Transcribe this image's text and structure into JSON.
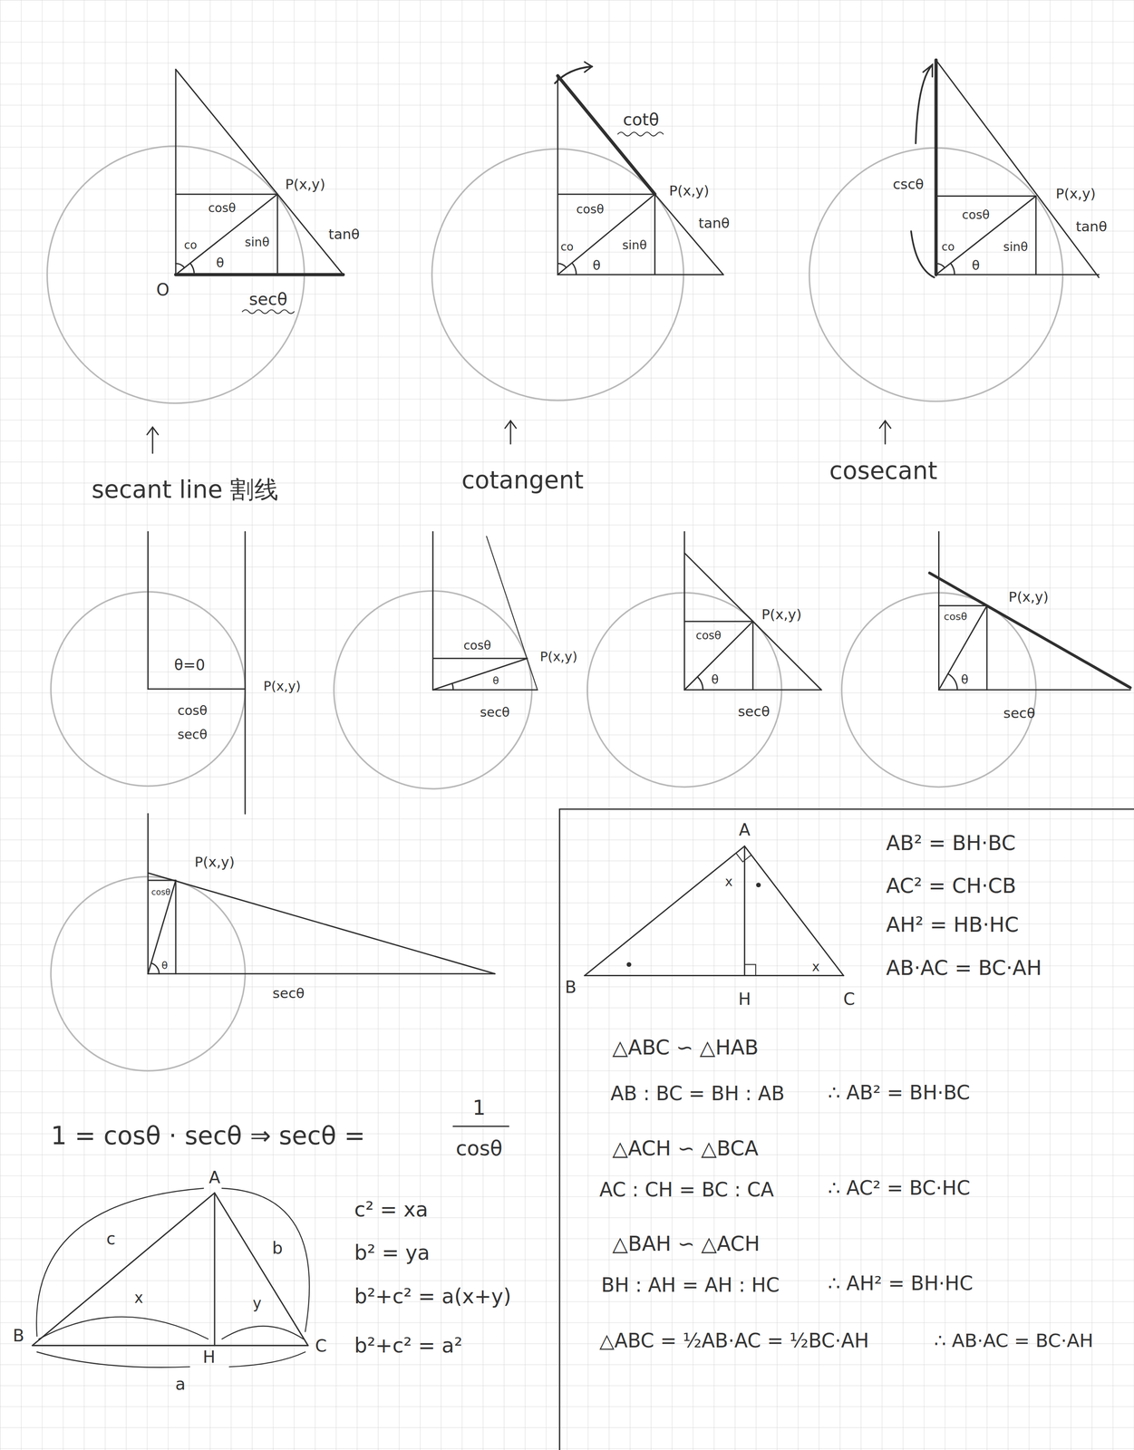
{
  "diagram": {
    "labels": [
      "P(x,y)",
      "cosθ",
      "sinθ",
      "tanθ",
      "co",
      "θ",
      "O",
      "secθ",
      "cotθ",
      "P(x,y)",
      "cosθ",
      "tanθ",
      "co",
      "sinθ",
      "θ",
      "cscθ",
      "P(x,y)",
      "cosθ",
      "tanθ",
      "co",
      "sinθ",
      "θ",
      "secant line 割线",
      "cotangent",
      "cosecant",
      "θ=0",
      "P(x,y)",
      "cosθ",
      "secθ",
      "cosθ",
      "P(x,y)",
      "θ",
      "secθ",
      "P(x,y)",
      "cosθ",
      "θ",
      "secθ",
      "P(x,y)",
      "cosθ",
      "θ",
      "secθ",
      "P(x,y)",
      "cosθ",
      "θ",
      "secθ",
      "1 = cosθ · secθ ⇒ secθ =",
      "1",
      "cosθ",
      "A",
      "B",
      "C",
      "H",
      "c",
      "b",
      "x",
      "y",
      "a",
      "c² = xa",
      "b² = ya",
      "b²+c² = a(x+y)",
      "b²+c² = a²",
      "A",
      "B",
      "H",
      "C",
      "x",
      "x",
      "AB² = BH·BC",
      "AC² = CH·CB",
      "AH² = HB·HC",
      "AB·AC = BC·AH",
      "△ABC ∽ △HAB",
      "AB : BC = BH : AB",
      "∴ AB² = BH·BC",
      "△ACH ∽ △BCA",
      "AC : CH = BC : CA",
      "∴ AC² = BC·HC",
      "△BAH ∽ △ACH",
      "BH : AH = AH : HC",
      "∴ AH² = BH·HC",
      "△ABC = ½AB·AC = ½BC·AH",
      "∴ AB·AC = BC·AH"
    ]
  }
}
